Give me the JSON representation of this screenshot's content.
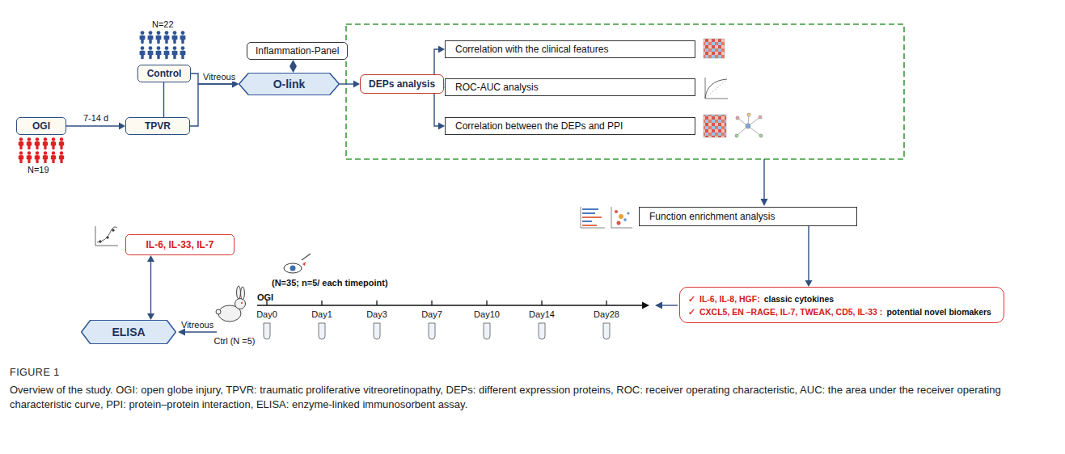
{
  "diagram": {
    "caption": "Overview of the study. OGI: open globe injury, TPVR: traumatic proliferative vitreoretinopathy, DEPs: different expression proteins, ROC: receiver operating characteristic, AUC: the area under the receiver operating characteristic curve, PPI: protein–protein interaction, ELISA: enzyme-linked immunosorbent assay.",
    "nodes": [
      {
        "text": [
          "Control"
        ]
      },
      {
        "text": [
          "OGI"
        ]
      },
      {
        "text": [
          "TPVR"
        ]
      },
      {
        "text": [
          "Inflammation-Panel"
        ]
      },
      {
        "text": [
          "O-link"
        ]
      },
      {
        "text": [
          "DEPs analysis"
        ]
      },
      {
        "text": [
          "Correlation with the clinical features"
        ]
      },
      {
        "text": [
          "ROC-AUC analysis"
        ]
      },
      {
        "text": [
          "Correlation between the DEPs and PPI"
        ]
      },
      {
        "text": [
          "Function enrichment analysis"
        ]
      },
      {
        "text": [
          "✓",
          "IL-6, IL-8, HGF:",
          "classic cytokines",
          "✓",
          "CXCL5, EN –RAGE, IL-7, TWEAK, CD5, IL-33 :",
          "potential novel biomakers"
        ]
      },
      {
        "text": [
          "IL-6, IL-33, IL-7"
        ]
      },
      {
        "text": [
          "ELISA"
        ]
      }
    ],
    "edges": [
      {
        "from": 1,
        "to": 2,
        "arrow": "to",
        "label": "7-14 d"
      },
      {
        "from": 0,
        "to": 2,
        "arrow": "none"
      },
      {
        "from": 0,
        "to": 4,
        "arrow": "to",
        "label": "Vitreous"
      },
      {
        "from": 2,
        "to": 4,
        "arrow": "to"
      },
      {
        "from": 3,
        "to": 4,
        "arrow": "both"
      },
      {
        "from": 4,
        "to": 5,
        "arrow": "to"
      },
      {
        "from": 5,
        "to": 6,
        "arrow": "to"
      },
      {
        "from": 5,
        "to": 7,
        "arrow": "to"
      },
      {
        "from": 5,
        "to": 8,
        "arrow": "to"
      },
      {
        "from": 11,
        "to": 12,
        "arrow": "both"
      },
      {
        "from": 9,
        "to": 10,
        "arrow": "to"
      }
    ],
    "labels": [
      "N=22",
      "N=19",
      "Vitreous",
      "Ctrl (N =5)",
      "OGI",
      "(N=35; n=5/ each timepoint)",
      "Day0",
      "Day1",
      "Day3",
      "Day7",
      "Day10",
      "Day14",
      "Day28",
      "FIGURE 1"
    ]
  }
}
